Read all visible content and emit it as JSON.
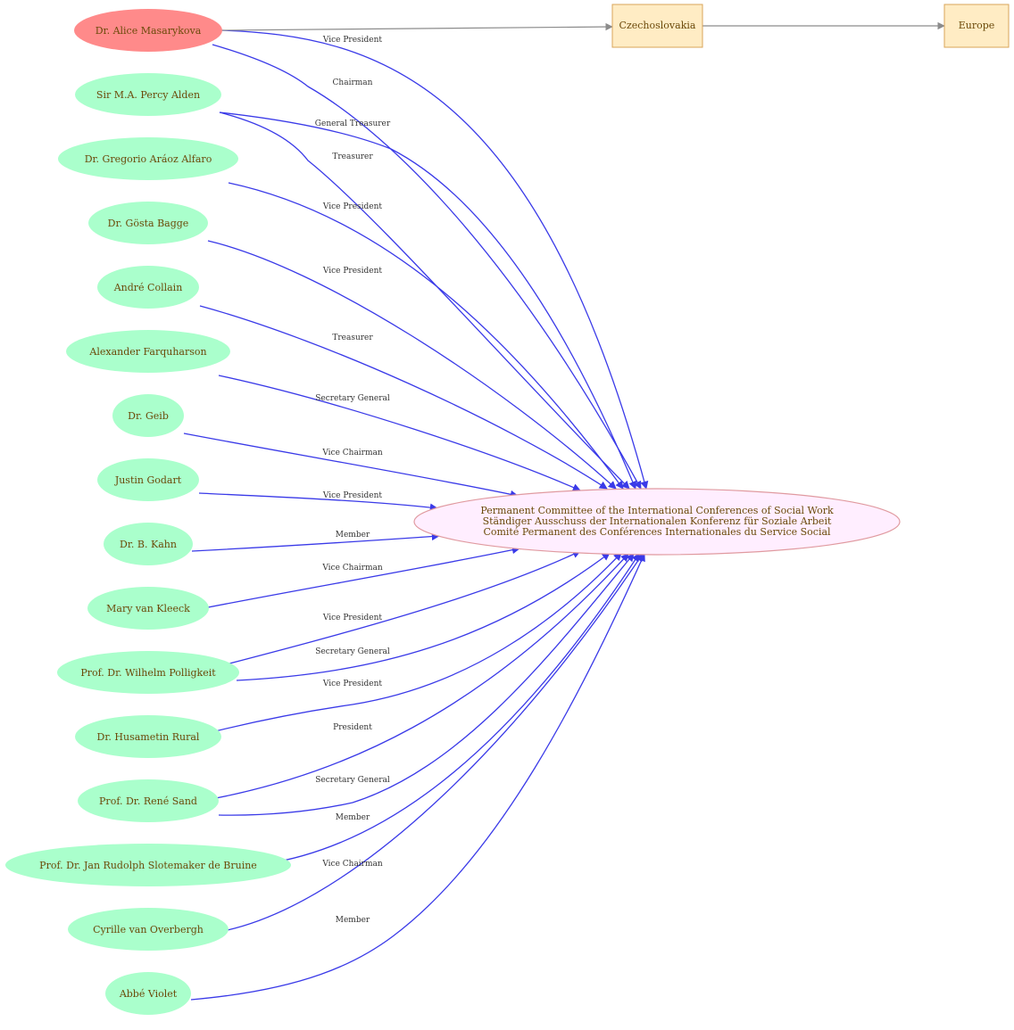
{
  "colors": {
    "person_fill": "#aaffcc",
    "highlight_fill": "#ff8a8a",
    "org_fill": "#ffeeff",
    "org_stroke": "#e09aa0",
    "place_fill": "#ffecc4",
    "place_stroke": "#d9a55a",
    "edge_color": "#3a3ae8",
    "place_edge_color": "#8c8c8c",
    "text_color": "#6b4a0a"
  },
  "organization": {
    "lines": [
      "Permanent Committee of the International Conferences of Social Work",
      "Ständiger Ausschuss der Internationalen Konferenz für Soziale Arbeit",
      "Comité Permanent des Conférences Internationales du Service Social"
    ]
  },
  "places": [
    "Czechoslovakia",
    "Europe"
  ],
  "people": [
    {
      "name": "Dr. Alice Masarykova",
      "highlight": true
    },
    {
      "name": "Sir M.A. Percy Alden"
    },
    {
      "name": "Dr. Gregorio  Aráoz Alfaro"
    },
    {
      "name": "Dr. Gösta Bagge"
    },
    {
      "name": "André Collain"
    },
    {
      "name": "Alexander Farquharson"
    },
    {
      "name": "Dr. Geib"
    },
    {
      "name": "Justin Godart"
    },
    {
      "name": "Dr. B. Kahn"
    },
    {
      "name": "Mary van Kleeck"
    },
    {
      "name": "Prof. Dr. Wilhelm Polligkeit"
    },
    {
      "name": "Dr. Husametin Rural"
    },
    {
      "name": "Prof. Dr. René Sand"
    },
    {
      "name": "Prof. Dr. Jan Rudolph Slotemaker de Bruine"
    },
    {
      "name": "Cyrille  van Overbergh"
    },
    {
      "name": "Abbé Violet"
    }
  ],
  "edges": [
    {
      "person": 0,
      "label": "Vice President"
    },
    {
      "person": 0,
      "label": "Chairman"
    },
    {
      "person": 1,
      "label": "General Treasurer"
    },
    {
      "person": 1,
      "label": "Treasurer"
    },
    {
      "person": 2,
      "label": "Vice President"
    },
    {
      "person": 3,
      "label": "Vice President"
    },
    {
      "person": 4,
      "label": "Treasurer"
    },
    {
      "person": 5,
      "label": "Secretary General"
    },
    {
      "person": 6,
      "label": "Vice Chairman"
    },
    {
      "person": 7,
      "label": "Vice President"
    },
    {
      "person": 8,
      "label": "Member"
    },
    {
      "person": 9,
      "label": "Vice Chairman"
    },
    {
      "person": 10,
      "label": "Vice President"
    },
    {
      "person": 10,
      "label": "Secretary General"
    },
    {
      "person": 11,
      "label": "Vice President"
    },
    {
      "person": 12,
      "label": "President"
    },
    {
      "person": 12,
      "label": "Secretary General"
    },
    {
      "person": 13,
      "label": "Member"
    },
    {
      "person": 14,
      "label": "Vice Chairman"
    },
    {
      "person": 15,
      "label": "Member"
    }
  ],
  "place_edges": [
    {
      "from": "Dr. Alice Masarykova",
      "to": "Czechoslovakia"
    },
    {
      "from": "Czechoslovakia",
      "to": "Europe"
    }
  ]
}
